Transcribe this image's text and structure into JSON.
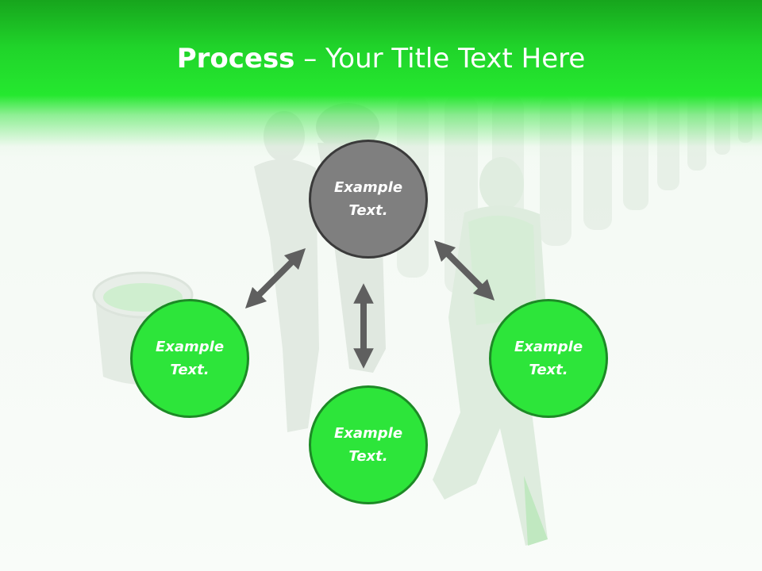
{
  "title": {
    "bold": "Process",
    "rest": " – Your Title Text Here"
  },
  "nodes": {
    "top": "Example Text.",
    "left": "Example Text.",
    "bottom": "Example Text.",
    "right": "Example Text."
  },
  "colors": {
    "header_green": "#20d42a",
    "node_green": "#2de53a",
    "node_green_border": "#1d8a26",
    "node_gray": "#7f7f7f",
    "node_gray_border": "#3a3a3a",
    "arrow_gray": "#5f5f5f",
    "title_text": "#ffffff"
  },
  "icons": [
    "double-arrow-icon",
    "people-figure-illustration",
    "paint-bucket-illustration"
  ]
}
